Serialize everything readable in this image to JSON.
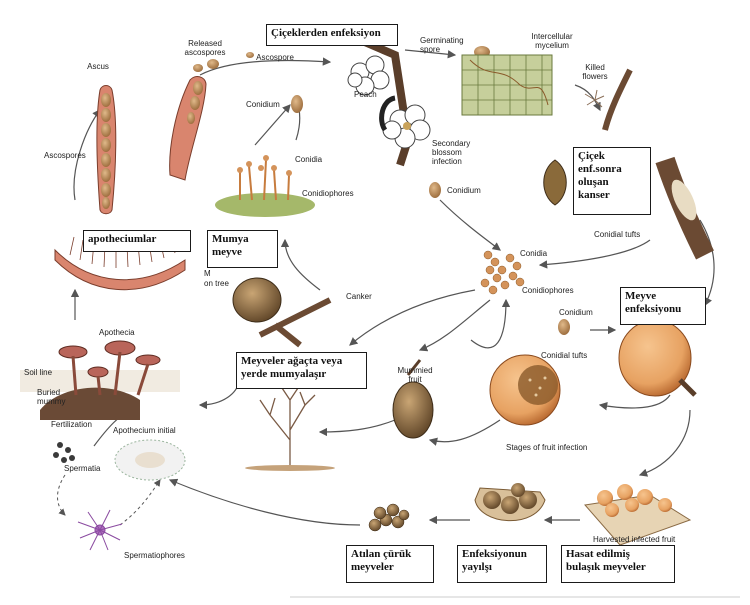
{
  "boxes": {
    "flower_infection": "Çiçeklerden enfeksiyon",
    "canker_after_flower": [
      "Çiçek",
      "enf.sonra",
      "oluşan",
      "kanser"
    ],
    "apothecia": "apotheciumlar",
    "mummy_fruit": [
      "Mumya",
      "meyve"
    ],
    "fruit_infection": [
      "Meyve",
      "enfeksiyonu"
    ],
    "mummify": [
      "Meyveler ağaçta veya",
      "yerde mumyalaşır"
    ],
    "discarded": [
      "Atılan çürük",
      "meyveler"
    ],
    "spread": [
      "Enfeksiyonun",
      "yayılşı"
    ],
    "harvested": [
      "Hasat edilmiş",
      "bulaşık meyveler"
    ]
  },
  "labels": {
    "ascus": "Ascus",
    "released_ascospores": [
      "Released",
      "ascospores"
    ],
    "ascospore": "Ascospore",
    "germinating_spore": [
      "Germinating",
      "spore"
    ],
    "intercellular_mycelium": [
      "Intercellular",
      "mycelium"
    ],
    "killed_flowers": [
      "Killed",
      "flowers"
    ],
    "ascospores": "Ascospores",
    "conidium_top": "Conidium",
    "peach": "Peach",
    "secondary_blossom": [
      "Secondary",
      "blossom",
      "infection"
    ],
    "conidia_left": "Conidia",
    "conidiophores_left": "Conidiophores",
    "conidium_mid": "Conidium",
    "conidial_tufts_right": "Conidial tufts",
    "conidia_center": "Conidia",
    "conidiophores_center": "Conidiophores",
    "conidium_center": "Conidium",
    "mummified_partial": [
      "M",
      "on tree"
    ],
    "canker": "Canker",
    "apothecia": "Apothecia",
    "soil_line": "Soil line",
    "buried_mummy": [
      "Buried",
      "mummy"
    ],
    "fertilization": "Fertilization",
    "apothecium_initial": "Apothecium initial",
    "spermatia": "Spermatia",
    "spermatiophores": "Spermatiophores",
    "mummied_fruit": [
      "Mummied",
      "fruit"
    ],
    "conidial_tufts_fruit": "Conidial tufts",
    "stages": "Stages of fruit infection",
    "harvested_fruit": "Harvested infected fruit"
  },
  "colors": {
    "spore": "#b98a55",
    "fruit": "#e7a262",
    "fruit_dark": "#b3622a",
    "bark": "#6b4a33",
    "mycelium_green": "#b7c48a",
    "arrow": "#555555",
    "conidia_orange": "#d4935a"
  }
}
